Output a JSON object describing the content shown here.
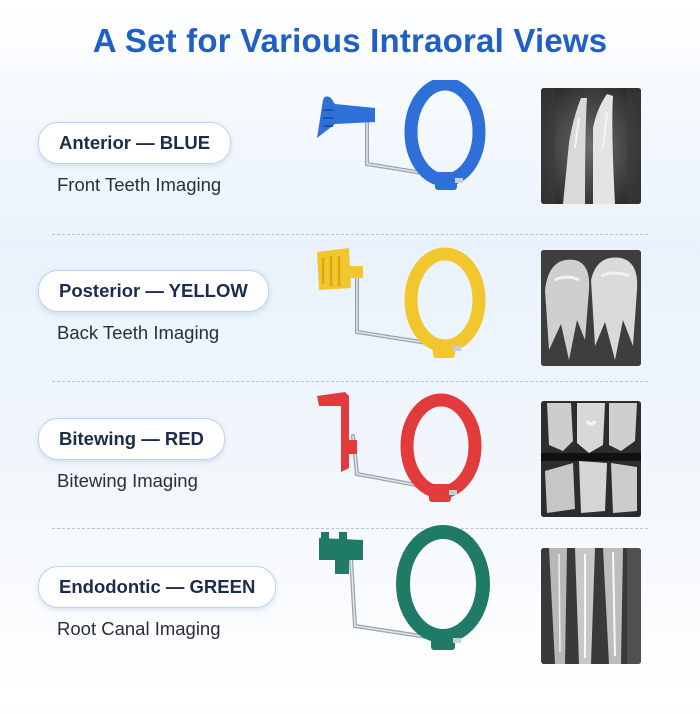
{
  "title": "A Set for Various Intraoral Views",
  "items": [
    {
      "label": "Anterior — BLUE",
      "subtitle": "Front Teeth Imaging",
      "color": "#2f6fd8"
    },
    {
      "label": "Posterior — YELLOW",
      "subtitle": "Back Teeth Imaging",
      "color": "#f2c72e"
    },
    {
      "label": "Bitewing — RED",
      "subtitle": "Bitewing Imaging",
      "color": "#e23b3b"
    },
    {
      "label": "Endodontic — GREEN",
      "subtitle": "Root Canal Imaging",
      "color": "#1f7a66"
    }
  ]
}
